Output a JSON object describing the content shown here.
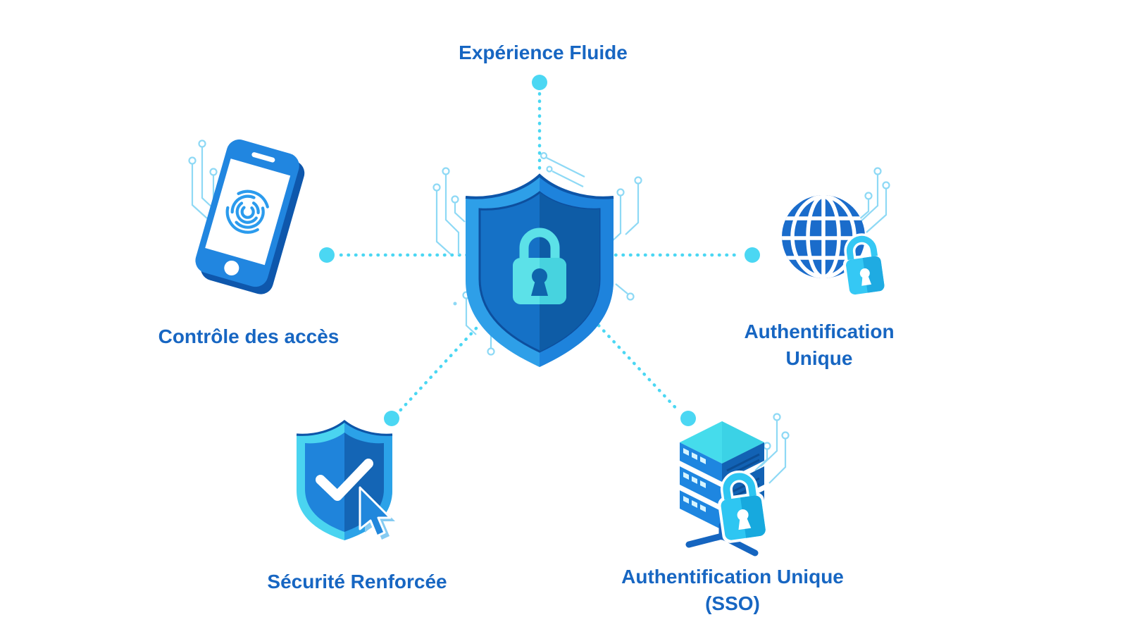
{
  "diagram": {
    "center": {
      "icon": "shield-lock-icon"
    },
    "nodes": {
      "top": {
        "label": "Expérience Fluide"
      },
      "left": {
        "label": "Contrôle des accès",
        "icon": "phone-fingerprint-icon"
      },
      "right": {
        "label_line1": "Authentification",
        "label_line2": "Unique",
        "icon": "globe-lock-icon"
      },
      "bottom_left": {
        "label": "Sécurité Renforcée",
        "icon": "shield-check-cursor-icon"
      },
      "bottom_right": {
        "label_line1": "Authentification Unique",
        "label_line2": "(SSO)",
        "icon": "server-lock-icon"
      }
    },
    "colors": {
      "label_text": "#1766C2",
      "connector_cyan": "#4BD7F3",
      "circuit_trace": "#8ED9F5",
      "shield_outer_light": "#2E9FE8",
      "shield_outer_dark": "#1E83DC",
      "shield_inner_left": "#1571C6",
      "shield_inner_right": "#0E5CA6",
      "lock_cyan": "#5CE1E8",
      "icon_blue": "#1E86E0",
      "icon_blue_dark": "#1565C0",
      "server_top_cyan": "#45DCEC",
      "small_lock_cyan": "#2EC6F2"
    }
  }
}
